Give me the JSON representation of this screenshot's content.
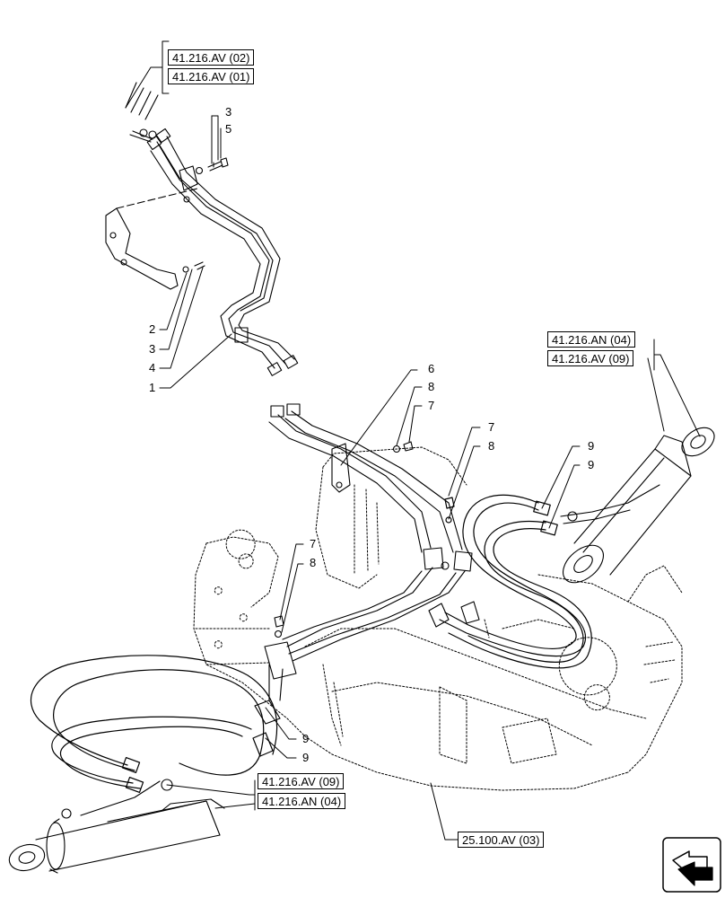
{
  "references": {
    "top_1": "41.216.AV (02)",
    "top_2": "41.216.AV (01)",
    "right_1": "41.216.AN (04)",
    "right_2": "41.216.AV (09)",
    "bottom_left_1": "41.216.AV (09)",
    "bottom_left_2": "41.216.AN (04)",
    "bottom_center": "25.100.AV (03)"
  },
  "callouts": {
    "c3a": "3",
    "c5": "5",
    "c2": "2",
    "c3b": "3",
    "c4": "4",
    "c1": "1",
    "c6": "6",
    "c8a": "8",
    "c7a": "7",
    "c7b": "7",
    "c8b": "8",
    "c9a": "9",
    "c9b": "9",
    "c7c": "7",
    "c8c": "8",
    "c9c": "9",
    "c9d": "9"
  },
  "icons": {
    "navigation": "next-page-arrow-icon"
  }
}
